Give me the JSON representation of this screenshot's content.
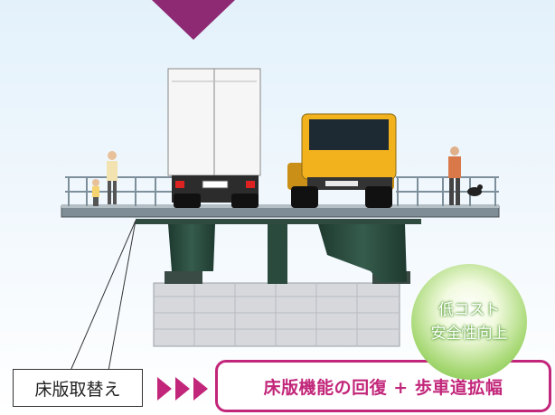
{
  "labels": {
    "deck_replacement": "床版取替え",
    "result": "床版機能の回復 + 歩車道拡幅"
  },
  "badge": {
    "line1": "低コスト",
    "line2": "安全性向上"
  },
  "colors": {
    "accent_magenta": "#c2267a",
    "pier_green": "#2a4a3e",
    "badge_green": "#6ab93e",
    "truck_yellow": "#f2b21e"
  }
}
